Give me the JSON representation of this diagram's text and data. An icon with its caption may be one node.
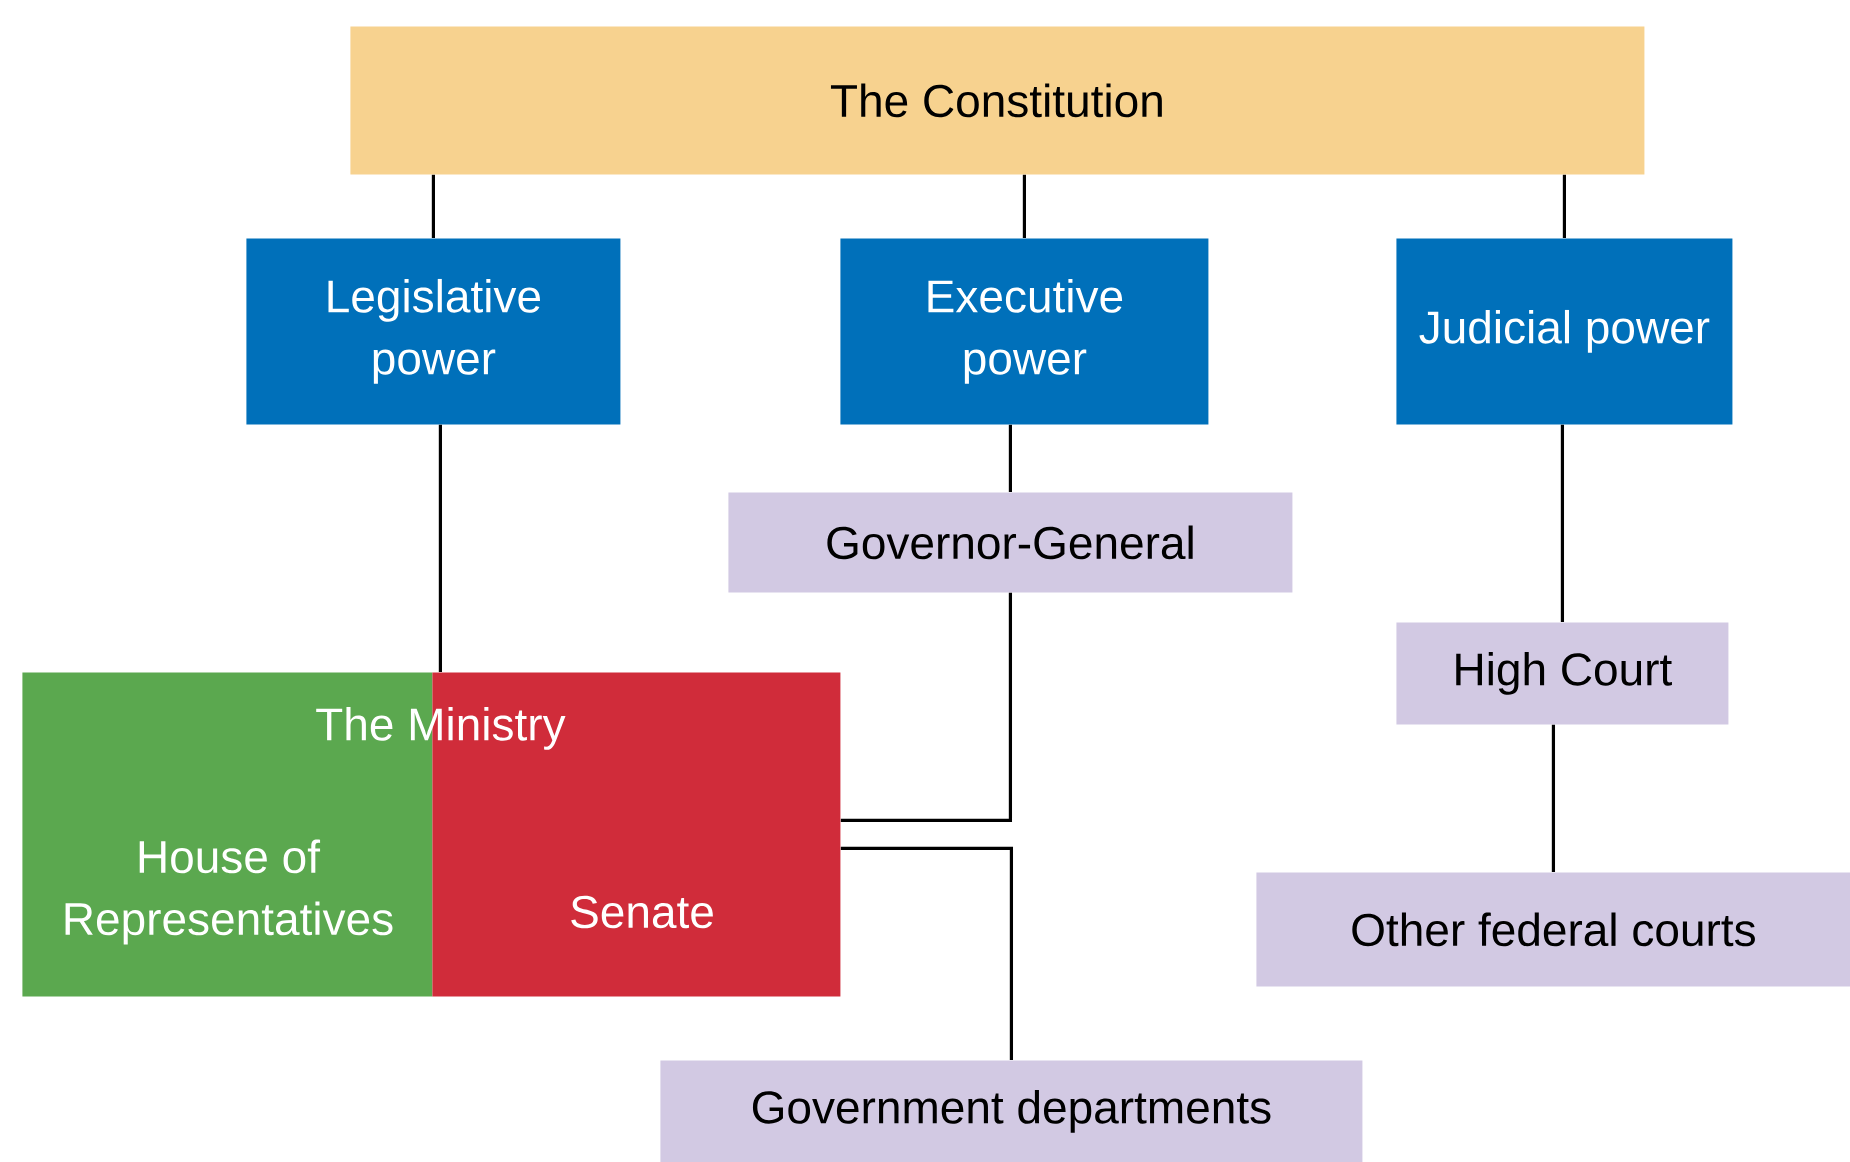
{
  "diagram": {
    "nodes": [
      {
        "text": [
          "The Constitution"
        ]
      },
      {
        "text": [
          "Legislative power"
        ]
      },
      {
        "text": [
          "Executive power"
        ]
      },
      {
        "text": [
          "Judicial power"
        ]
      },
      {
        "text": [
          "Governor-General"
        ]
      },
      {
        "text": [
          "High Court"
        ]
      },
      {
        "text": [
          "The Ministry"
        ]
      },
      {
        "text": [
          "House of Representatives"
        ]
      },
      {
        "text": [
          "Senate"
        ]
      },
      {
        "text": [
          "Other federal courts"
        ]
      },
      {
        "text": [
          "Government departments"
        ]
      }
    ],
    "edges": [
      {
        "from": 0,
        "to": 1,
        "arrow": "none"
      },
      {
        "from": 0,
        "to": 2,
        "arrow": "none"
      },
      {
        "from": 0,
        "to": 3,
        "arrow": "none"
      },
      {
        "from": 2,
        "to": 4,
        "arrow": "none"
      },
      {
        "from": 1,
        "to": 6,
        "arrow": "none"
      },
      {
        "from": 4,
        "to": 8,
        "arrow": "none"
      },
      {
        "from": 8,
        "to": 10,
        "arrow": "none"
      },
      {
        "from": 3,
        "to": 5,
        "arrow": "none"
      },
      {
        "from": 5,
        "to": 9,
        "arrow": "none"
      }
    ]
  }
}
